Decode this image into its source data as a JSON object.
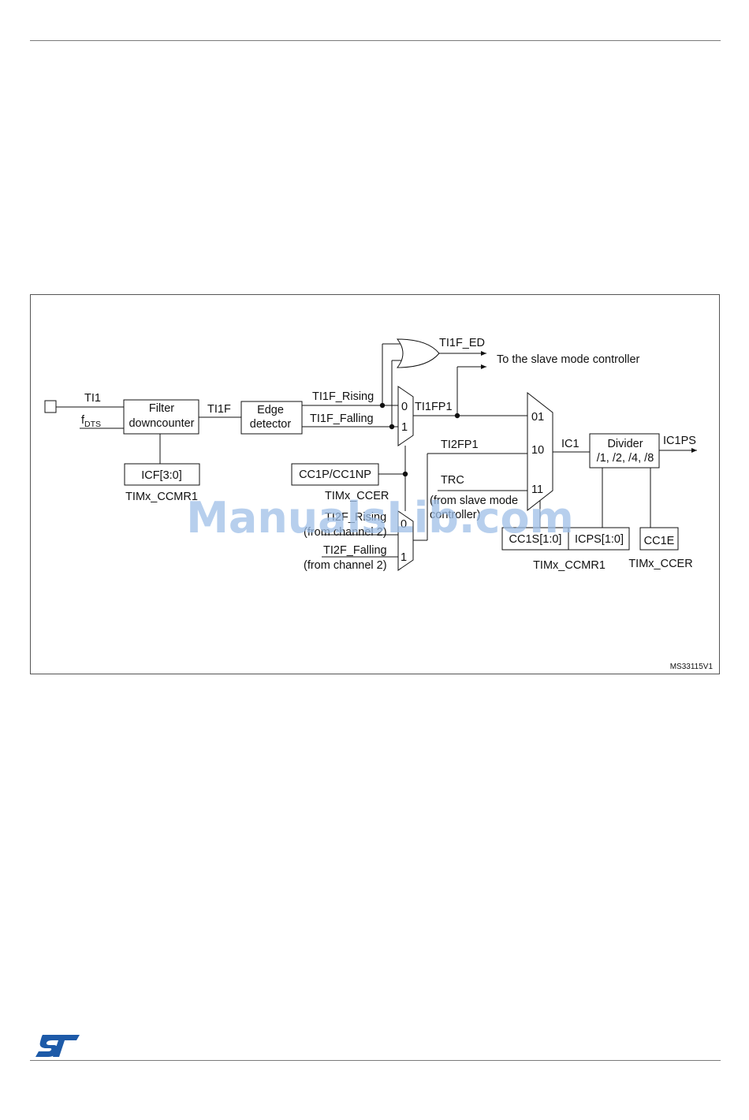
{
  "diagram": {
    "nodes": {
      "filter": {
        "line1": "Filter",
        "line2": "downcounter"
      },
      "edge_detector": {
        "line1": "Edge",
        "line2": "detector"
      },
      "icf": "ICF[3:0]",
      "ccmr1_icf": "TIMx_CCMR1",
      "cc1p": "CC1P/CC1NP",
      "ccer_cc1p": "TIMx_CCER",
      "divider": {
        "line1": "Divider",
        "line2": "/1, /2, /4, /8"
      },
      "cc1s": "CC1S[1:0]",
      "icps": "ICPS[1:0]",
      "ccmr1_right": "TIMx_CCMR1",
      "cc1e": "CC1E",
      "ccer_right": "TIMx_CCER"
    },
    "signals": {
      "ti1": "TI1",
      "fdts_main": "f",
      "fdts_sub": "DTS",
      "ti1f": "TI1F",
      "ti1f_rising": "TI1F_Rising",
      "ti1f_falling": "TI1F_Falling",
      "ti1f_ed": "TI1F_ED",
      "slave_mode": "To the slave mode controller",
      "ti1fp1": "TI1FP1",
      "ti2fp1": "TI2FP1",
      "trc": "TRC",
      "trc_note_1": "(from slave mode",
      "trc_note_2": "controller)",
      "ti2f_rising": "TI2F_Rising",
      "ti2f_rising_note": "(from channel 2)",
      "ti2f_falling": "TI2F_Falling",
      "ti2f_falling_note": "(from channel 2)",
      "ic1": "IC1",
      "ic1ps": "IC1PS"
    },
    "mux_inputs": {
      "mux1_0": "0",
      "mux1_1": "1",
      "mux2_0": "0",
      "mux2_1": "1",
      "main_01": "01",
      "main_10": "10",
      "main_11": "11"
    },
    "figure_ref": "MS33115V1"
  },
  "watermark": "ManualsLib.com",
  "colors": {
    "line": "#111111",
    "watermark": "#9fc0e8",
    "logo": "#1d5aa8"
  },
  "logo_icon": "st-logo-icon"
}
